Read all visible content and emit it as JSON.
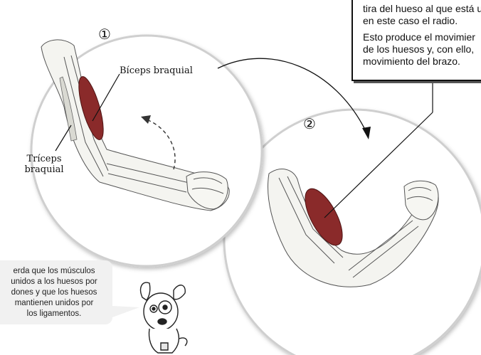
{
  "callout": {
    "para1_line1": "tira del hueso al que está u",
    "para1_line2": "en este caso el radio.",
    "para2_line1": "Esto produce el movimier",
    "para2_line2": "de los huesos y, con ello,",
    "para2_line3": "movimiento del brazo."
  },
  "panel1": {
    "number": "①",
    "label_biceps": "Bíceps braquial",
    "label_triceps_1": "Tríceps",
    "label_triceps_2": "braquial"
  },
  "panel2": {
    "number": "②"
  },
  "tip": {
    "line1": "erda que los músculos",
    "line2": "unidos a los huesos por",
    "line3": "dones y que los huesos",
    "line4": "mantienen unidos por",
    "line5": "los ligamentos."
  },
  "colors": {
    "muscle": "#8a2a2a",
    "bone": "#f3f3ef",
    "outline": "#333333"
  }
}
